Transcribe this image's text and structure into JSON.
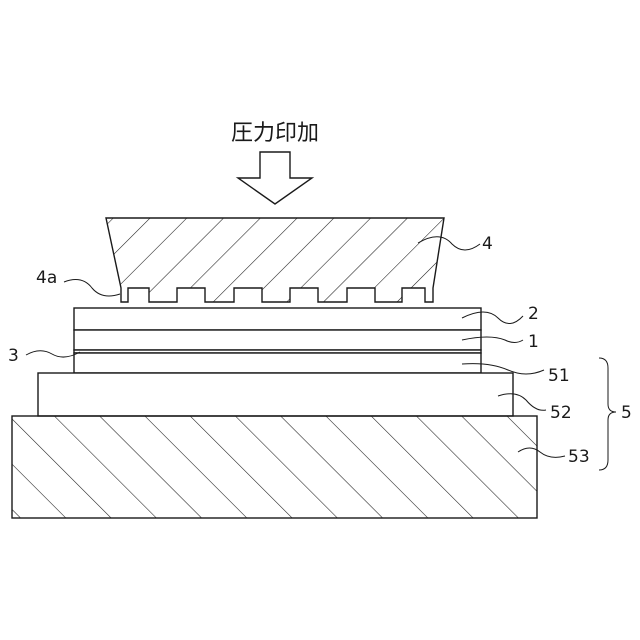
{
  "diagram": {
    "title": "圧力印加",
    "labels": {
      "mold": "4",
      "mold_pattern": "4a",
      "layer_2": "2",
      "layer_1": "1",
      "layer_3": "3",
      "layer_51": "51",
      "layer_52": "52",
      "layer_53": "53",
      "stage_group": "5"
    }
  }
}
